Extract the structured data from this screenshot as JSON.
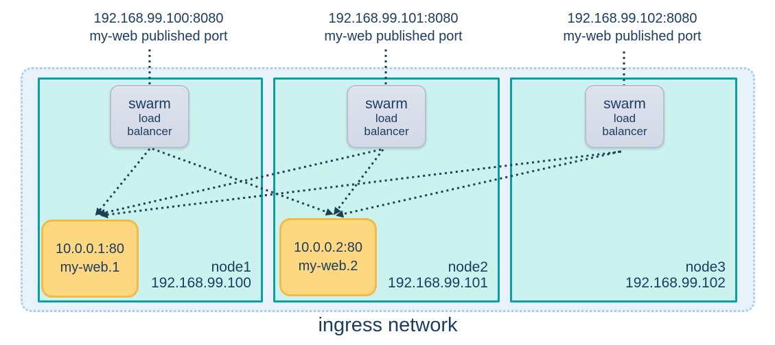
{
  "published_ports": [
    {
      "address": "192.168.99.100:8080",
      "caption": "my-web published port"
    },
    {
      "address": "192.168.99.101:8080",
      "caption": "my-web published port"
    },
    {
      "address": "192.168.99.102:8080",
      "caption": "my-web published port"
    }
  ],
  "load_balancer_label": {
    "line1": "swarm",
    "line2": "load",
    "line3": "balancer"
  },
  "nodes": [
    {
      "name": "node1",
      "ip": "192.168.99.100",
      "task": {
        "address": "10.0.0.1:80",
        "name": "my-web.1"
      }
    },
    {
      "name": "node2",
      "ip": "192.168.99.101",
      "task": {
        "address": "10.0.0.2:80",
        "name": "my-web.2"
      }
    },
    {
      "name": "node3",
      "ip": "192.168.99.102",
      "task": null
    }
  ],
  "network_label": "ingress network",
  "connections": [
    {
      "from": "node1-swarm-load-balancer",
      "to": "my-web.1"
    },
    {
      "from": "node1-swarm-load-balancer",
      "to": "my-web.2"
    },
    {
      "from": "node2-swarm-load-balancer",
      "to": "my-web.1"
    },
    {
      "from": "node2-swarm-load-balancer",
      "to": "my-web.2"
    },
    {
      "from": "node3-swarm-load-balancer",
      "to": "my-web.1"
    },
    {
      "from": "node3-swarm-load-balancer",
      "to": "my-web.2"
    }
  ],
  "colors": {
    "ingress_fill": "#e7f2fa",
    "ingress_border": "#a9cde6",
    "node_fill": "#ccf2f0",
    "node_border": "#0a9fa2",
    "load_balancer_fill": "#d7dce9",
    "load_balancer_border": "#b7c0d1",
    "task_fill": "#fdd881",
    "task_border": "#f3ba45",
    "text": "#1c3c60",
    "connection_line": "#1e4054"
  }
}
